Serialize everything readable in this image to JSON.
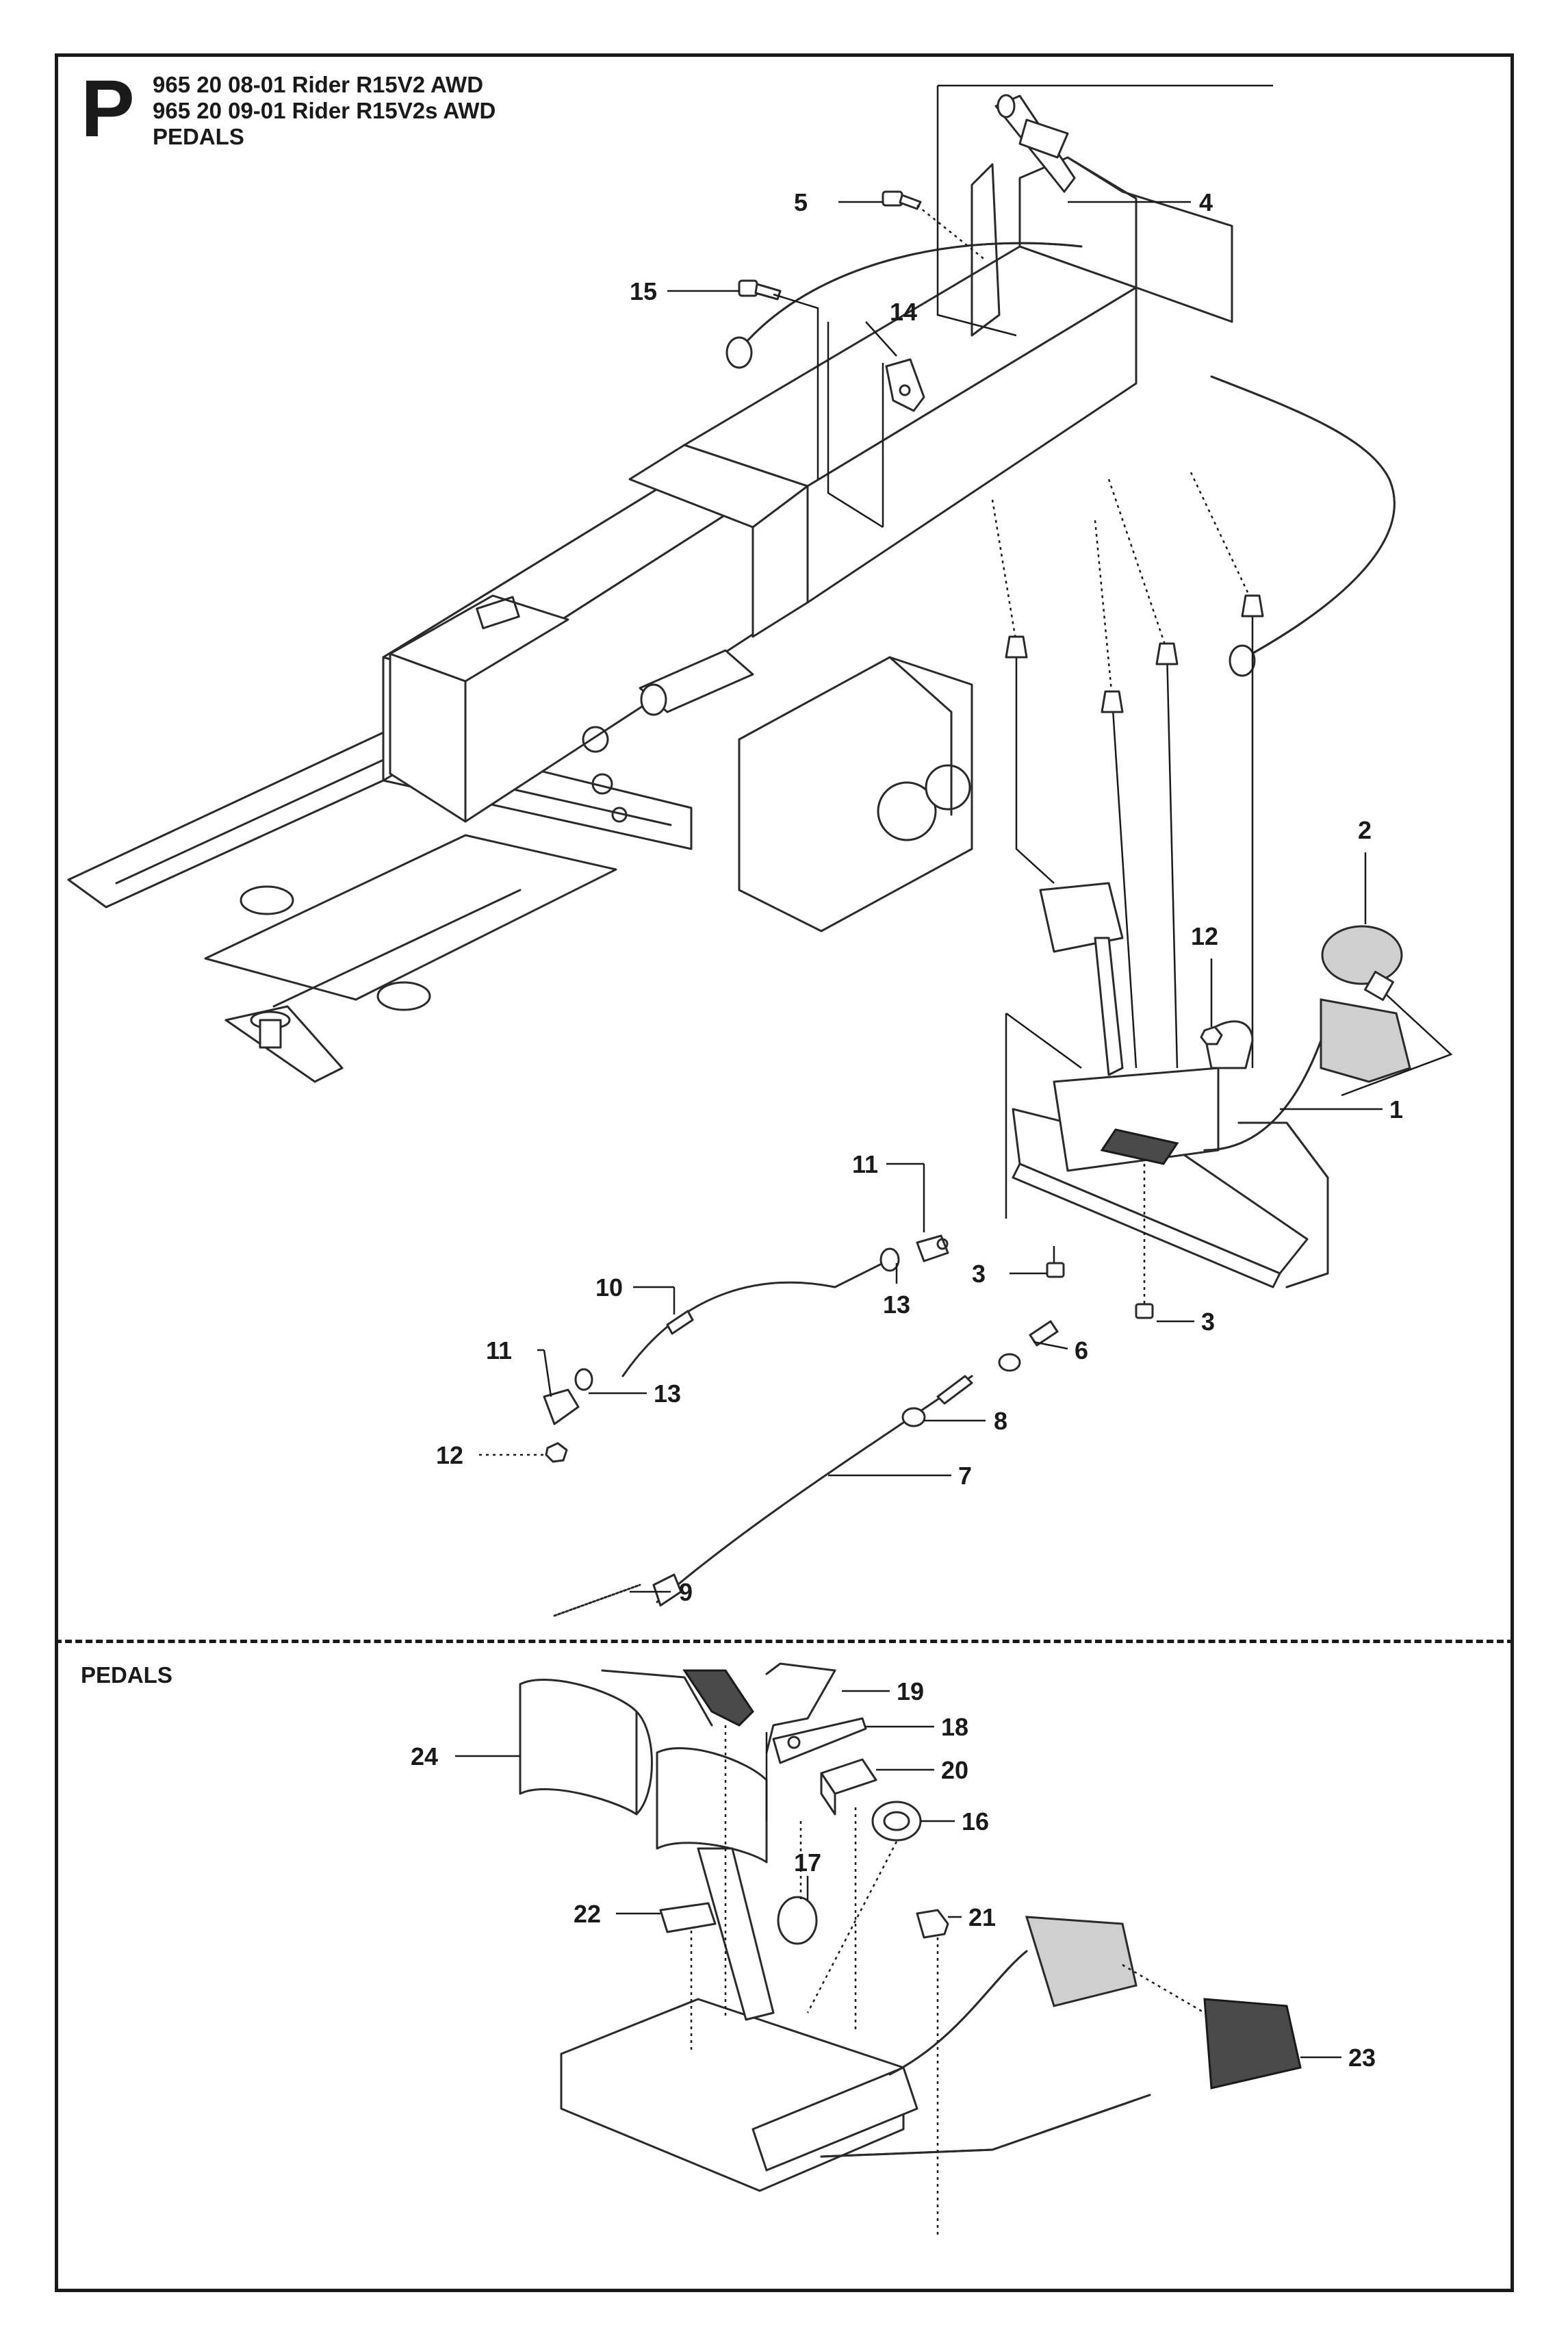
{
  "header": {
    "section_letter": "P",
    "title_lines": [
      "965 20 08-01 Rider R15V2 AWD",
      "965 20 09-01 Rider R15V2s AWD",
      "PEDALS"
    ]
  },
  "detail": {
    "heading": "PEDALS"
  },
  "callouts": {
    "c1": "1",
    "c2": "2",
    "c3a": "3",
    "c3b": "3",
    "c4": "4",
    "c5": "5",
    "c6": "6",
    "c7": "7",
    "c8": "8",
    "c9": "9",
    "c10": "10",
    "c11a": "11",
    "c11b": "11",
    "c12a": "12",
    "c12b": "12",
    "c13a": "13",
    "c13b": "13",
    "c14": "14",
    "c15": "15",
    "c16": "16",
    "c17": "17",
    "c18": "18",
    "c19": "19",
    "c20": "20",
    "c21": "21",
    "c22": "22",
    "c23": "23",
    "c24": "24"
  }
}
